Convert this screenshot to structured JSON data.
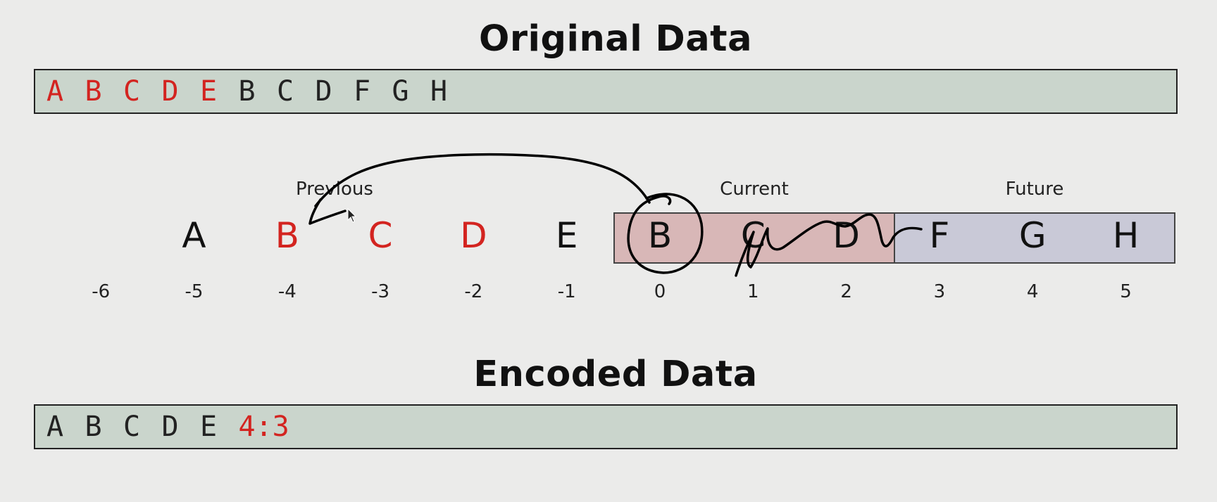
{
  "original": {
    "title": "Original Data",
    "chars": [
      {
        "ch": "A",
        "red": true
      },
      {
        "ch": "B",
        "red": true
      },
      {
        "ch": "C",
        "red": true
      },
      {
        "ch": "D",
        "red": true
      },
      {
        "ch": "E",
        "red": true
      },
      {
        "ch": "B",
        "red": false
      },
      {
        "ch": "C",
        "red": false
      },
      {
        "ch": "D",
        "red": false
      },
      {
        "ch": "F",
        "red": false
      },
      {
        "ch": "G",
        "red": false
      },
      {
        "ch": "H",
        "red": false
      }
    ]
  },
  "window": {
    "labels": {
      "previous": "Previous",
      "current": "Current",
      "future": "Future"
    },
    "sequence": [
      {
        "pos": "-5",
        "ch": "A",
        "red": false
      },
      {
        "pos": "-4",
        "ch": "B",
        "red": true
      },
      {
        "pos": "-3",
        "ch": "C",
        "red": true
      },
      {
        "pos": "-2",
        "ch": "D",
        "red": true
      },
      {
        "pos": "-1",
        "ch": "E",
        "red": false
      },
      {
        "pos": "0",
        "ch": "B",
        "red": false
      },
      {
        "pos": "1",
        "ch": "C",
        "red": false
      },
      {
        "pos": "2",
        "ch": "D",
        "red": false
      },
      {
        "pos": "3",
        "ch": "F",
        "red": false
      },
      {
        "pos": "4",
        "ch": "G",
        "red": false
      },
      {
        "pos": "5",
        "ch": "H",
        "red": false
      }
    ],
    "positions": [
      "-6",
      "-5",
      "-4",
      "-3",
      "-2",
      "-1",
      "0",
      "1",
      "2",
      "3",
      "4",
      "5"
    ]
  },
  "encoded": {
    "title": "Encoded Data",
    "chars": [
      "A",
      "B",
      "C",
      "D",
      "E"
    ],
    "token": "4:3"
  },
  "colors": {
    "highlight": "#d32420",
    "bar_fill": "#cad5cc",
    "current_fill": "#d8b7b7",
    "future_fill": "#c9c9d7"
  }
}
